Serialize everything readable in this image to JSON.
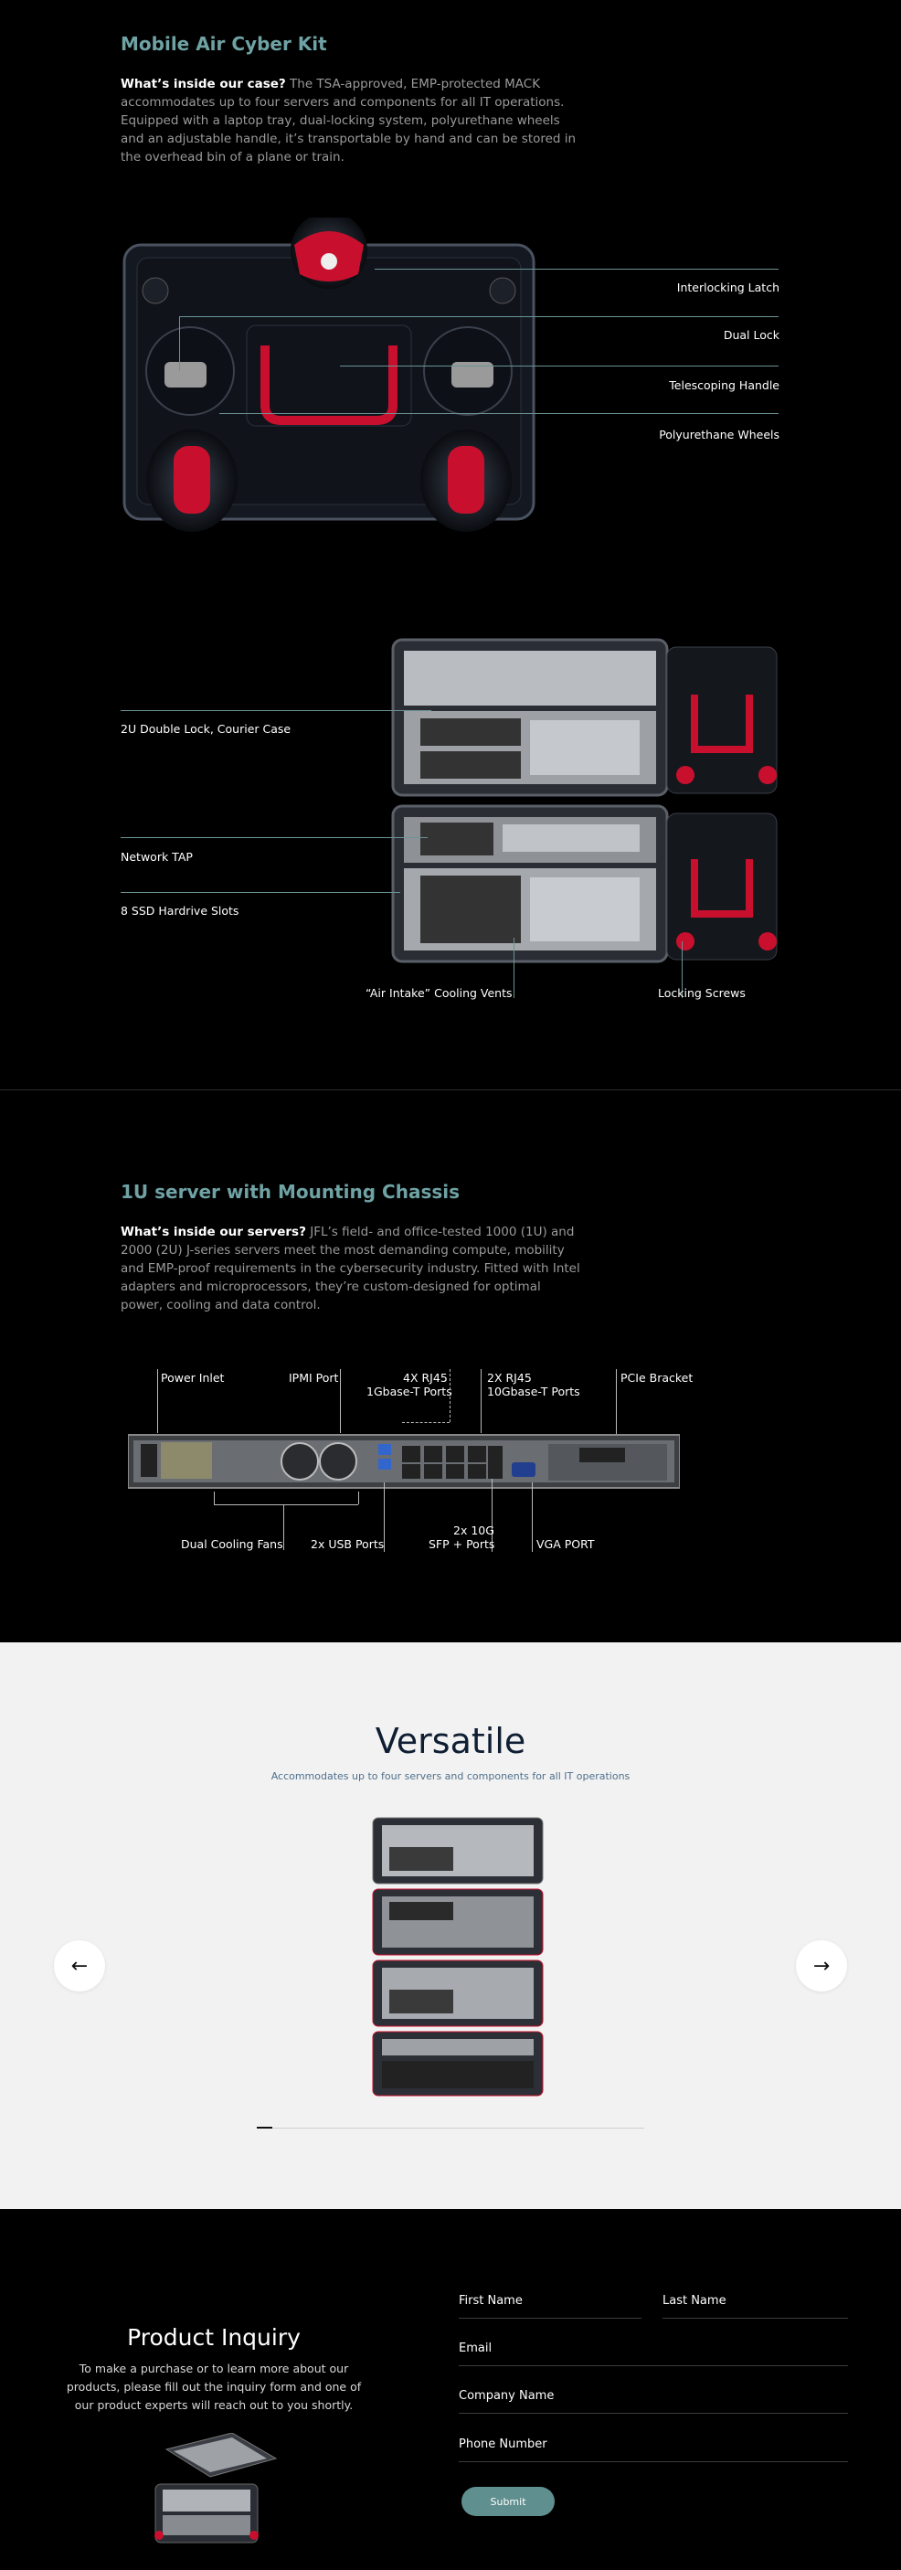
{
  "kit": {
    "title": "Mobile Air Cyber Kit",
    "lead": "What’s inside our case?",
    "body": "The TSA-approved, EMP-protected MACK accommodates up to four servers and components for all IT operations. Equipped with a laptop tray, dual-locking system, polyurethane wheels and an adjustable handle, it’s transportable by hand and can be stored in the overhead bin of a plane or train.",
    "case_callouts": [
      "Interlocking Latch",
      "Dual Lock",
      "Telescoping Handle",
      "Polyurethane Wheels"
    ],
    "stack_callouts": [
      "2U Double Lock, Courier Case",
      "Network TAP",
      "8 SSD Hardrive Slots",
      "“Air Intake” Cooling Vents",
      "Locking  Screws"
    ]
  },
  "server": {
    "title": "1U server with  Mounting Chassis",
    "lead": "What’s inside our servers?",
    "body": "JFL’s field- and office-tested 1000 (1U) and 2000 (2U) J-series servers meet the most demanding compute, mobility and EMP-proof requirements in the cybersecurity industry.  Fitted with Intel adapters and microprocessors, they’re custom-designed for optimal power, cooling and data control.",
    "top_labels": {
      "power_inlet": "Power Inlet",
      "ipmi_port": "IPMI Port",
      "rj45_4x_a": "4X RJ45",
      "rj45_4x_b": "1Gbase-T Ports",
      "rj45_2x_a": "2X RJ45",
      "rj45_2x_b": "10Gbase-T Ports",
      "pcie": "PCIe Bracket"
    },
    "bottom_labels": {
      "fans": "Dual Cooling Fans",
      "usb": "2x USB Ports",
      "sfp_a": "2x 10G",
      "sfp_b": "SFP + Ports",
      "vga": "VGA PORT"
    }
  },
  "carousel": {
    "title": "Versatile",
    "subtitle": "Accommodates up to four servers and components for all IT operations",
    "prev_icon": "arrow-left-icon",
    "next_icon": "arrow-right-icon",
    "prev_glyph": "←",
    "next_glyph": "→",
    "progress": 0.04
  },
  "inquiry": {
    "title": "Product Inquiry",
    "body": "To make a purchase or to learn more about our products, please fill out the inquiry form and one of our product experts will reach out to you shortly.",
    "fields": {
      "first_name": "First Name",
      "last_name": "Last Name",
      "email": "Email",
      "company": "Company Name",
      "phone": "Phone Number"
    },
    "submit": "Submit"
  },
  "colors": {
    "accent": "#6fa2a4",
    "case_red": "#c8102e",
    "carousel_bg": "#f2f2f2",
    "submit_bg": "#5f8f8f"
  }
}
